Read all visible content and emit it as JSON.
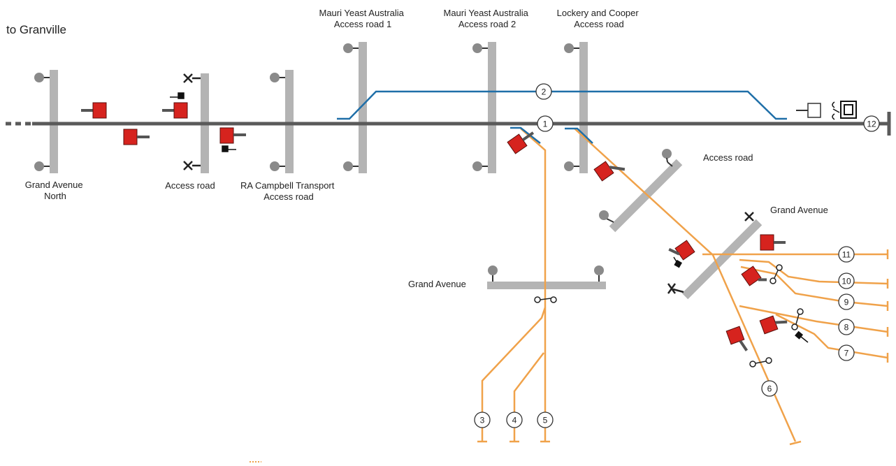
{
  "direction_label": "to Granville",
  "road_labels": {
    "grand_avenue_north": [
      "Grand Avenue",
      "North"
    ],
    "access_road_west": [
      "Access road"
    ],
    "ra_campbell": [
      "RA Campbell Transport",
      "Access road"
    ],
    "mauri_1": [
      "Mauri Yeast Australia",
      "Access road 1"
    ],
    "mauri_2": [
      "Mauri Yeast Australia",
      "Access road 2"
    ],
    "lockery_cooper": [
      "Lockery and Cooper",
      "Access road"
    ],
    "access_road_east": [
      "Access road"
    ],
    "grand_avenue_crossing": [
      "Grand Avenue"
    ],
    "grand_avenue_lower": [
      "Grand Avenue"
    ]
  },
  "track_numbers": [
    "1",
    "2",
    "3",
    "4",
    "5",
    "6",
    "7",
    "8",
    "9",
    "10",
    "11",
    "12"
  ],
  "colors": {
    "main_line": "#5a5a5a",
    "loop_line": "#1f6fa8",
    "siding": "#f0a24a",
    "signal": "#d6231e",
    "crossing": "#b4b4b4",
    "boom_light": "#8a8a8a"
  }
}
